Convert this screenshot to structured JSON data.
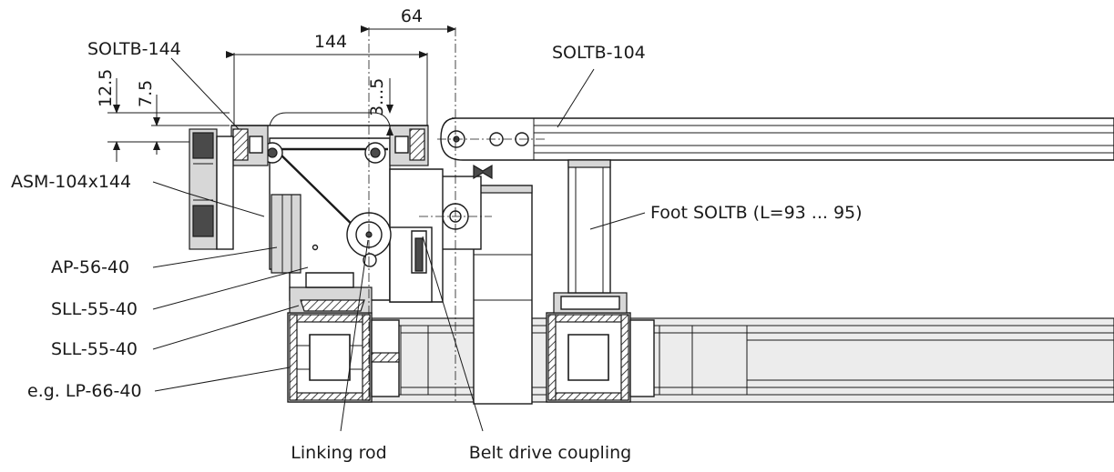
{
  "dimensions": {
    "d64": "64",
    "d144": "144",
    "d3_5": "3...5",
    "d12_5": "12.5",
    "d7_5": "7.5"
  },
  "labels": {
    "soltb144": "SOLTB-144",
    "soltb104": "SOLTB-104",
    "asm": "ASM-104x144",
    "foot": "Foot SOLTB (L=93 ... 95)",
    "ap": "AP-56-40",
    "sll1": "SLL-55-40",
    "sll2": "SLL-55-40",
    "lp": "e.g. LP-66-40",
    "linking_rod": "Linking rod",
    "belt_drive": "Belt drive coupling"
  }
}
